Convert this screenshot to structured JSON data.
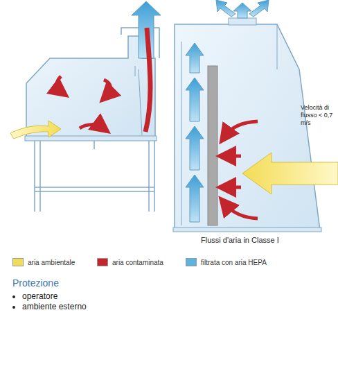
{
  "diagram": {
    "labels": [
      "Velocità di flusso < 0,7 m/s",
      "Flussi d'aria in Classe I",
      "Protezione",
      "operatore",
      "ambiente esterno"
    ],
    "legend": [
      {
        "text": "aria ambientale",
        "color": "#f3dc55"
      },
      {
        "text": "aria contaminata",
        "color": "#c2262c"
      },
      {
        "text": "filtrata con aria HEPA",
        "color": "#5db3e0"
      }
    ]
  }
}
